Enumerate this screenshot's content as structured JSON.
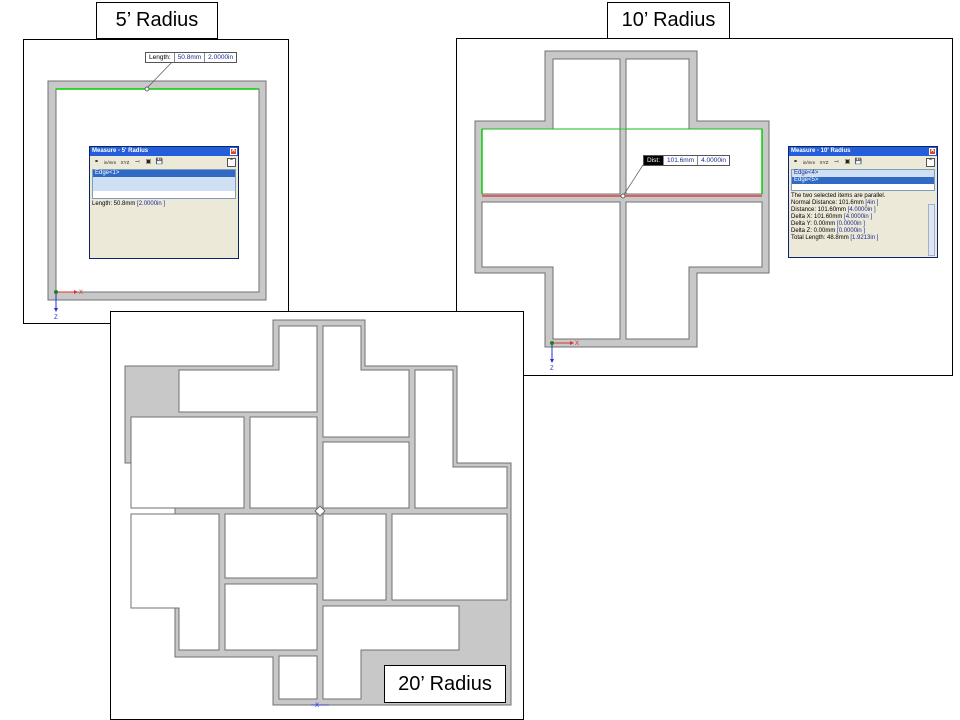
{
  "captions": {
    "five": "5’ Radius",
    "ten": "10’ Radius",
    "twenty": "20’ Radius"
  },
  "view5": {
    "tooltip": {
      "key": "Length:",
      "mm": "50.8mm",
      "in": "2.0000in"
    },
    "dialog": {
      "title": "Measure - 5' Radius",
      "close_glyph": "✕",
      "collapse_glyph": "⌃",
      "tools": [
        "⚭",
        "in/mm",
        "XYZ",
        "⤙",
        "▣",
        "💾"
      ],
      "list": [
        "Edge<1>"
      ],
      "result_label": "Length: 50.8mm",
      "result_value": "[2.0000in ]"
    },
    "axis": {
      "x": "X",
      "z": "Z"
    }
  },
  "view10": {
    "tooltip": {
      "key": "Dist:",
      "mm": "101.6mm",
      "in": "4.0000in"
    },
    "dialog": {
      "title": "Measure - 10' Radius",
      "close_glyph": "✕",
      "collapse_glyph": "⌃",
      "tools": [
        "⚭",
        "in/mm",
        "XYZ",
        "⤙",
        "▣",
        "💾"
      ],
      "list": [
        "Edge<4>",
        "Edge<5>"
      ],
      "results": [
        {
          "label": "The two selected items are parallel.",
          "value": ""
        },
        {
          "label": "Normal Distance: 101.6mm",
          "value": "[4in ]"
        },
        {
          "label": "Distance: 101.60mm",
          "value": "[4.0000in ]"
        },
        {
          "label": "Delta X: 101.60mm",
          "value": "[4.0000in ]"
        },
        {
          "label": "Delta Y: 0.00mm",
          "value": "[0.0000in ]"
        },
        {
          "label": "Delta Z: 0.00mm",
          "value": "[0.0000in ]"
        },
        {
          "label": "Total Length: 48.8mm",
          "value": "[1.9213in ]"
        }
      ]
    },
    "axis": {
      "x": "X",
      "z": "Z"
    }
  },
  "view20": {
    "axis": {
      "x": "X"
    }
  },
  "colors": {
    "wall_fill": "#c8c8c8",
    "wall_stroke": "#707070",
    "selected_green": "#00d000",
    "selected_red": "#e04040",
    "title_bar": "#245edb"
  }
}
